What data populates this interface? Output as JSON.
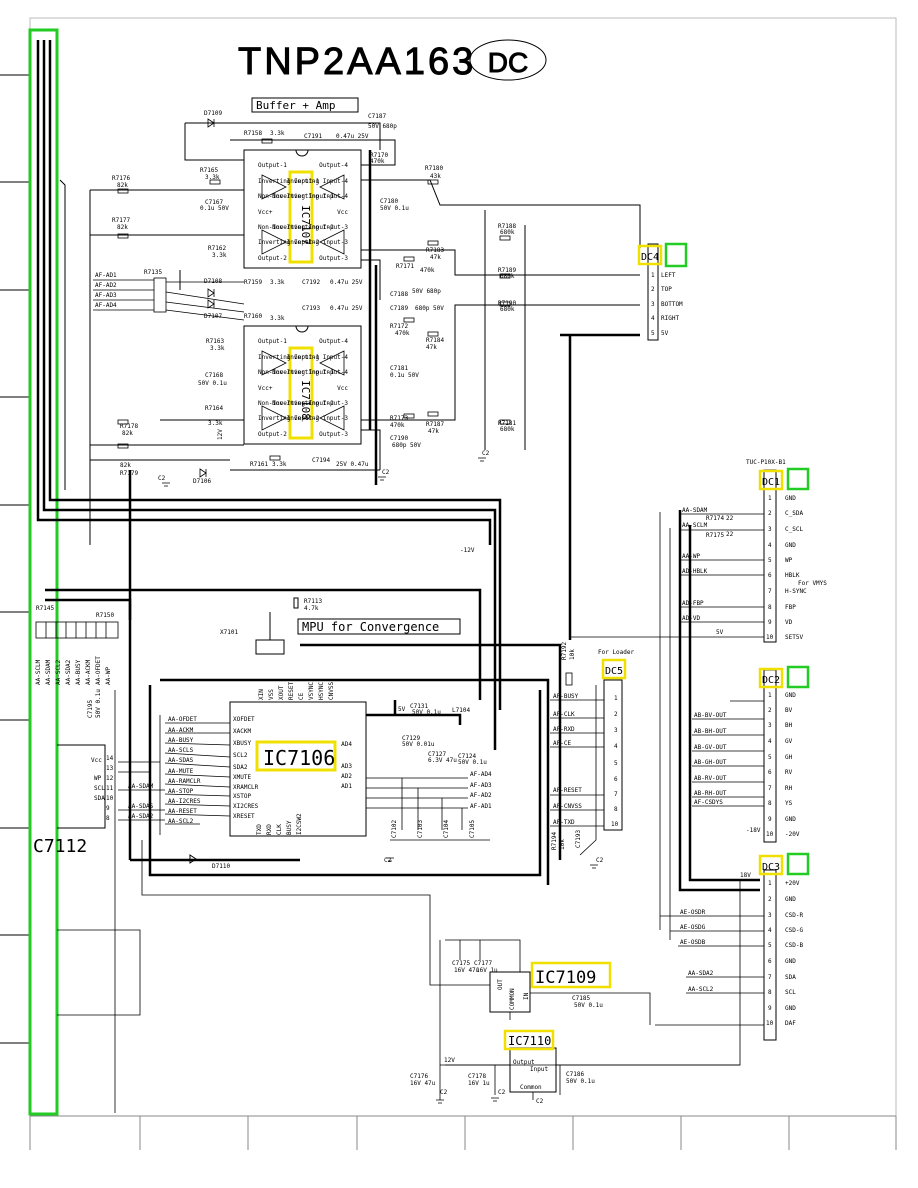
{
  "board_title": "TNP2AA163",
  "board_suffix": "DC",
  "sections": {
    "buffer": "Buffer + Amp",
    "mpu": "MPU for Convergence",
    "for_loader": "For Loader",
    "tuc": "TUC-P10X-B1"
  },
  "ic_labels": {
    "ic7106": "IC7106",
    "ic7109": "IC7109",
    "ic7110": "IC7110",
    "c7112": "C7112"
  },
  "ic7110_pins": {
    "output": "Output",
    "input": "Input",
    "common": "Common"
  },
  "ic7109_pins": {
    "out": "OUT",
    "in": "IN",
    "common": "COMMON"
  },
  "connectors": {
    "dc4": {
      "label": "DC4",
      "pins": [
        {
          "num": "1",
          "name": "LEFT"
        },
        {
          "num": "2",
          "name": "TOP"
        },
        {
          "num": "3",
          "name": "BOTTOM"
        },
        {
          "num": "4",
          "name": "RIGHT"
        },
        {
          "num": "5",
          "name": "5V"
        }
      ]
    },
    "dc1": {
      "label": "DC1",
      "pins": [
        {
          "num": "1",
          "name": "GND"
        },
        {
          "num": "2",
          "name": "C_SDA"
        },
        {
          "num": "3",
          "name": "C_SCL"
        },
        {
          "num": "4",
          "name": "GND"
        },
        {
          "num": "5",
          "name": "WP"
        },
        {
          "num": "6",
          "name": "HBLK"
        },
        {
          "num": "7",
          "name": "H-SYNC"
        },
        {
          "num": "8",
          "name": "FBP"
        },
        {
          "num": "9",
          "name": "VD"
        },
        {
          "num": "10",
          "name": "SET5V"
        }
      ]
    },
    "dc2": {
      "label": "DC2",
      "pins": [
        {
          "num": "1",
          "name": "GND"
        },
        {
          "num": "2",
          "name": "BV"
        },
        {
          "num": "3",
          "name": "BH"
        },
        {
          "num": "4",
          "name": "GV"
        },
        {
          "num": "5",
          "name": "GH"
        },
        {
          "num": "6",
          "name": "RV"
        },
        {
          "num": "7",
          "name": "RH"
        },
        {
          "num": "8",
          "name": "YS"
        },
        {
          "num": "9",
          "name": "GND"
        },
        {
          "num": "10",
          "name": "-20V"
        }
      ]
    },
    "dc3": {
      "label": "DC3",
      "pins": [
        {
          "num": "1",
          "name": "+20V"
        },
        {
          "num": "2",
          "name": "GND"
        },
        {
          "num": "3",
          "name": "CSD-R"
        },
        {
          "num": "4",
          "name": "CSD-G"
        },
        {
          "num": "5",
          "name": "CSD-B"
        },
        {
          "num": "6",
          "name": "GND"
        },
        {
          "num": "7",
          "name": "SDA"
        },
        {
          "num": "8",
          "name": "SCL"
        },
        {
          "num": "9",
          "name": "GND"
        },
        {
          "num": "10",
          "name": "DAF"
        }
      ]
    },
    "dc5": {
      "label": "DC5",
      "pins": [
        {
          "num": "1",
          "name": "AF-BUSY"
        },
        {
          "num": "2",
          "name": "AF-CLK"
        },
        {
          "num": "3",
          "name": "AF-RXD"
        },
        {
          "num": "4",
          "name": "AF-CE"
        },
        {
          "num": "5",
          "name": ""
        },
        {
          "num": "6",
          "name": ""
        },
        {
          "num": "7",
          "name": "AF-RESET"
        },
        {
          "num": "8",
          "name": "AF-CNVSS"
        },
        {
          "num": "9",
          "name": "AF-TXD"
        },
        {
          "num": "10",
          "name": ""
        }
      ]
    }
  },
  "for_vmys": "For VMYS",
  "net_labels": {
    "af_ad": [
      "AF-AD1",
      "AF-AD2",
      "AF-AD3",
      "AF-AD4"
    ],
    "aa_top": [
      "AA-SCLM",
      "AA-SDAM",
      "AA-SCL2",
      "AA-SDA2",
      "AA-BUSY",
      "AA-ACKM",
      "AA-OFDET",
      "AA-WP"
    ],
    "ic7106_left": [
      "AA-OFDET",
      "AA-ACKM",
      "AA-BUSY",
      "AA-SCLS",
      "AA-SDAS",
      "AA-MUTE",
      "AA-RAMCLR",
      "AA-STOP",
      "AA-I2CRES",
      "AA-RESET",
      "AA-SCL2"
    ],
    "ic7106_left_pins": [
      "XOFDET",
      "XACKM",
      "XBUSY",
      "SCL2",
      "SDA2",
      "XMUTE",
      "XRAMCLR",
      "XSTOP",
      "XI2CRES",
      "XRESET"
    ],
    "ic7106_right": [
      "AF-AD4",
      "AF-AD3",
      "AF-AD2",
      "AF-AD1"
    ],
    "ic7106_right_pins": [
      "AD4",
      "AD3",
      "AD2",
      "AD1"
    ],
    "ic7106_top_pins": [
      "XIN",
      "VSS",
      "XOUT",
      "RESET",
      "CE",
      "VSYNC",
      "HSYNC",
      "CNVSS"
    ],
    "ic7106_bottom_pins": [
      "TXD",
      "RXD",
      "CLK",
      "BUSY",
      "I2CSW2"
    ],
    "dc1_side": [
      "AA-SDAM",
      "AA-SCLM",
      "AA-WP",
      "AD-HBLK",
      "AD-FBP",
      "AD-VD"
    ],
    "dc2_side": [
      "AB-BV-OUT",
      "AB-BH-OUT",
      "AB-GV-OUT",
      "AB-GH-OUT",
      "AB-RV-OUT",
      "AB-RH-OUT",
      "AF-CSDYS"
    ],
    "dc3_side": [
      "AE-OSDR",
      "AE-OSDG",
      "AE-OSDB",
      "AA-SDA2",
      "AA-SCL2"
    ],
    "c7112_side": [
      "AA-SDAM",
      "AA-SDAS",
      "AA-SDA2"
    ],
    "c7112_pins": [
      "Vcc",
      "14",
      "13",
      "12",
      "11",
      "10",
      "9",
      "8"
    ],
    "c7112_left_pins": [
      "WP",
      "SCL",
      "SDA"
    ],
    "opamp_pins_left": [
      "Output-1",
      "Inverting Input-1",
      "Non-Inverting Input-1",
      "Vcc+",
      "Non-Inverting Input-2",
      "Inverting Input-2",
      "Output-2"
    ],
    "opamp_pins_right": [
      "Output-4",
      "Inverting Input-4",
      "Non-Inverting Input-4",
      "Vcc",
      "Non-Inverting Input-3",
      "Inverting Input-3",
      "Output-3"
    ]
  },
  "opamps": {
    "upper": "IC7107",
    "lower": "IC7108"
  },
  "components": [
    {
      "ref": "D7109"
    },
    {
      "ref": "R7158",
      "val": "3.3k"
    },
    {
      "ref": "C7191",
      "val": "0.47u 25V"
    },
    {
      "ref": "C7187",
      "val": "50V 680p"
    },
    {
      "ref": "R7170",
      "val": "470k"
    },
    {
      "ref": "R7165",
      "val": "3.3k"
    },
    {
      "ref": "R7180",
      "val": "43k"
    },
    {
      "ref": "R7176",
      "val": "82k"
    },
    {
      "ref": "C7167",
      "val": "0.1u 50V"
    },
    {
      "ref": "C7180",
      "val": "50V 0.1u"
    },
    {
      "ref": "R7177",
      "val": "82k"
    },
    {
      "ref": "R7188",
      "val": "680k"
    },
    {
      "ref": "R7162",
      "val": "3.3k"
    },
    {
      "ref": "R7183",
      "val": "47k"
    },
    {
      "ref": "R7171",
      "val": "470k"
    },
    {
      "ref": "R7135"
    },
    {
      "ref": "R7189",
      "val": "680k"
    },
    {
      "ref": "D7108"
    },
    {
      "ref": "R7159",
      "val": "3.3k"
    },
    {
      "ref": "C7192",
      "val": "0.47u 25V"
    },
    {
      "ref": "C7188",
      "val": "50V 680p"
    },
    {
      "ref": "D7107"
    },
    {
      "ref": "C7193",
      "val": "0.47u 25V"
    },
    {
      "ref": "C7189",
      "val": "680p 50V"
    },
    {
      "ref": "R7190",
      "val": "680k"
    },
    {
      "ref": "R7160",
      "val": "3.3k"
    },
    {
      "ref": "R7172",
      "val": "470k"
    },
    {
      "ref": "R7163",
      "val": "3.3k"
    },
    {
      "ref": "R7184",
      "val": "47k"
    },
    {
      "ref": "C7168",
      "val": "50V 0.1u"
    },
    {
      "ref": "C7181",
      "val": "0.1u 50V"
    },
    {
      "ref": "R7164",
      "val": "3.3k"
    },
    {
      "ref": "R7178",
      "val": "82k"
    },
    {
      "ref": "R7173",
      "val": "470k"
    },
    {
      "ref": "R7187",
      "val": "47k"
    },
    {
      "ref": "R7181",
      "val": "680k"
    },
    {
      "ref": "C7190",
      "val": "680p 50V"
    },
    {
      "ref": "R7179",
      "val": "82k"
    },
    {
      "ref": "R7161",
      "val": "3.3k"
    },
    {
      "ref": "C7194",
      "val": "25V 0.47u"
    },
    {
      "ref": "D7106"
    },
    {
      "ref": "R7174",
      "val": "22"
    },
    {
      "ref": "R7175",
      "val": "22"
    },
    {
      "ref": "R7113",
      "val": "4.7k"
    },
    {
      "ref": "R7145"
    },
    {
      "ref": "R7150"
    },
    {
      "ref": "X7101"
    },
    {
      "ref": "R7192",
      "val": "10k"
    },
    {
      "ref": "C7131",
      "val": "50V 0.1u"
    },
    {
      "ref": "L7104"
    },
    {
      "ref": "C7129",
      "val": "50V 0.01u"
    },
    {
      "ref": "C7127",
      "val": "6.3V 47u"
    },
    {
      "ref": "C7124",
      "val": "50V 0.1u"
    },
    {
      "ref": "C7195",
      "val": "50V 0.1u"
    },
    {
      "ref": "C7102"
    },
    {
      "ref": "C7103"
    },
    {
      "ref": "C7104"
    },
    {
      "ref": "C7105"
    },
    {
      "ref": "D7110"
    },
    {
      "ref": "R7194",
      "val": "10k"
    },
    {
      "ref": "C7193"
    },
    {
      "ref": "C7175",
      "val": "16V 47u"
    },
    {
      "ref": "C7177",
      "val": "16V 1u"
    },
    {
      "ref": "C7185",
      "val": "50V 0.1u"
    },
    {
      "ref": "C7176",
      "val": "16V 47u"
    },
    {
      "ref": "C7178",
      "val": "16V 1u"
    },
    {
      "ref": "C7186",
      "val": "50V 0.1u"
    }
  ],
  "supply_labels": [
    "12V",
    "-12V",
    "5V",
    "18V",
    "-18V",
    "12V"
  ],
  "ground_label": "C2",
  "colors": {
    "highlight_yellow": "#f0e000",
    "highlight_green": "#22cc22",
    "ink": "#000000"
  }
}
